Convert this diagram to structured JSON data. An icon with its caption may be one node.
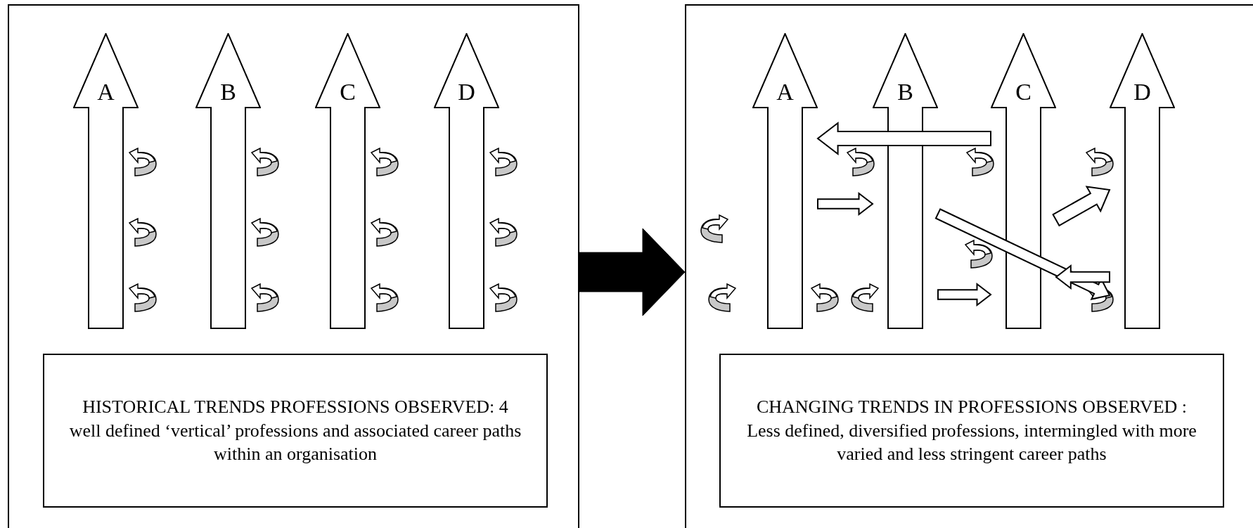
{
  "diagram": {
    "nodes": [
      {
        "text": [],
        "shape": "box"
      },
      {
        "text": [
          "A"
        ],
        "in": 0
      },
      {
        "text": [
          "B"
        ],
        "in": 0
      },
      {
        "text": [
          "C"
        ],
        "in": 0
      },
      {
        "text": [
          "D"
        ],
        "in": 0
      },
      {
        "text": [
          "HISTORICAL  TRENDS PROFESSIONS OBSERVED: 4 well defined ‘vertical’ professions and associated career paths within an organisation"
        ],
        "in": 0
      },
      {
        "text": [],
        "shape": "box"
      },
      {
        "text": [
          "A"
        ],
        "in": 6
      },
      {
        "text": [
          "B"
        ],
        "in": 6
      },
      {
        "text": [
          "C"
        ],
        "in": 6
      },
      {
        "text": [
          "D"
        ],
        "in": 6
      },
      {
        "text": [
          "CHANGING TRENDS IN PROFESSIONS OBSERVED : Less defined, diversified professions, intermingled with more varied and less stringent career paths"
        ],
        "in": 6
      }
    ],
    "edges": [
      {
        "from": 0,
        "to": 6,
        "arrow": "to",
        "style": "thick"
      },
      {
        "from": 9,
        "to": 7,
        "arrow": "to"
      },
      {
        "from": 7,
        "to": 8,
        "arrow": "to"
      },
      {
        "from": 8,
        "to": 10,
        "arrow": "to"
      },
      {
        "from": 9,
        "to": 10,
        "arrow": "to"
      },
      {
        "from": 10,
        "to": 9,
        "arrow": "to"
      },
      {
        "from": 8,
        "to": 9,
        "arrow": "to"
      }
    ]
  }
}
